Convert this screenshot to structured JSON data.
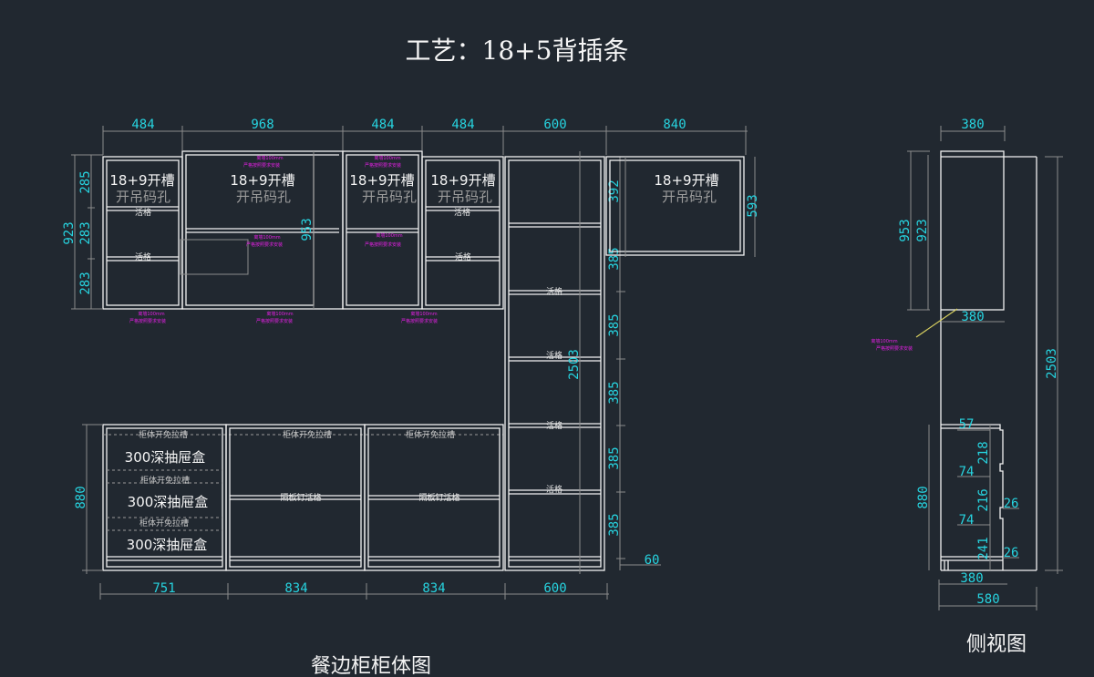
{
  "title": "工艺：18+5背插条",
  "captions": {
    "front": "餐边柜柜体图",
    "side": "侧视图"
  },
  "labels": {
    "slot": "18+9开槽",
    "hanging_hole": "开吊码孔",
    "movable_shelf": "活格",
    "handle_free_groove": "柜体开免拉槽",
    "drawer_box": "300深抽屉盒",
    "partition_shelf": "隔板钉活格",
    "magenta_note_1": "离墙100mm",
    "magenta_note_2": "严格按照要求安装"
  },
  "front_view": {
    "top_widths": [
      "484",
      "968",
      "484",
      "484",
      "600",
      "840"
    ],
    "bottom_widths": [
      "751",
      "834",
      "834",
      "600"
    ],
    "upper_left_heights": [
      "285",
      "283",
      "283"
    ],
    "upper_total_height": "923",
    "upper_inner_height": "953",
    "right_hanging_heights": [
      "392",
      "593"
    ],
    "tall_column_heights": [
      "385",
      "385",
      "385",
      "385",
      "385"
    ],
    "tall_total_height": "2503",
    "plinth": "60",
    "lower_height": "880"
  },
  "side_view": {
    "top_depth": "380",
    "upper_heights": [
      "953",
      "923"
    ],
    "upper_bottom_depth": "380",
    "total_height": "2503",
    "lower_height": "880",
    "lower_depth": "380",
    "overall_depth": "580",
    "drawer_dims": [
      "57",
      "218",
      "74",
      "216",
      "74",
      "241"
    ],
    "slot_dims": [
      "26",
      "26"
    ]
  }
}
